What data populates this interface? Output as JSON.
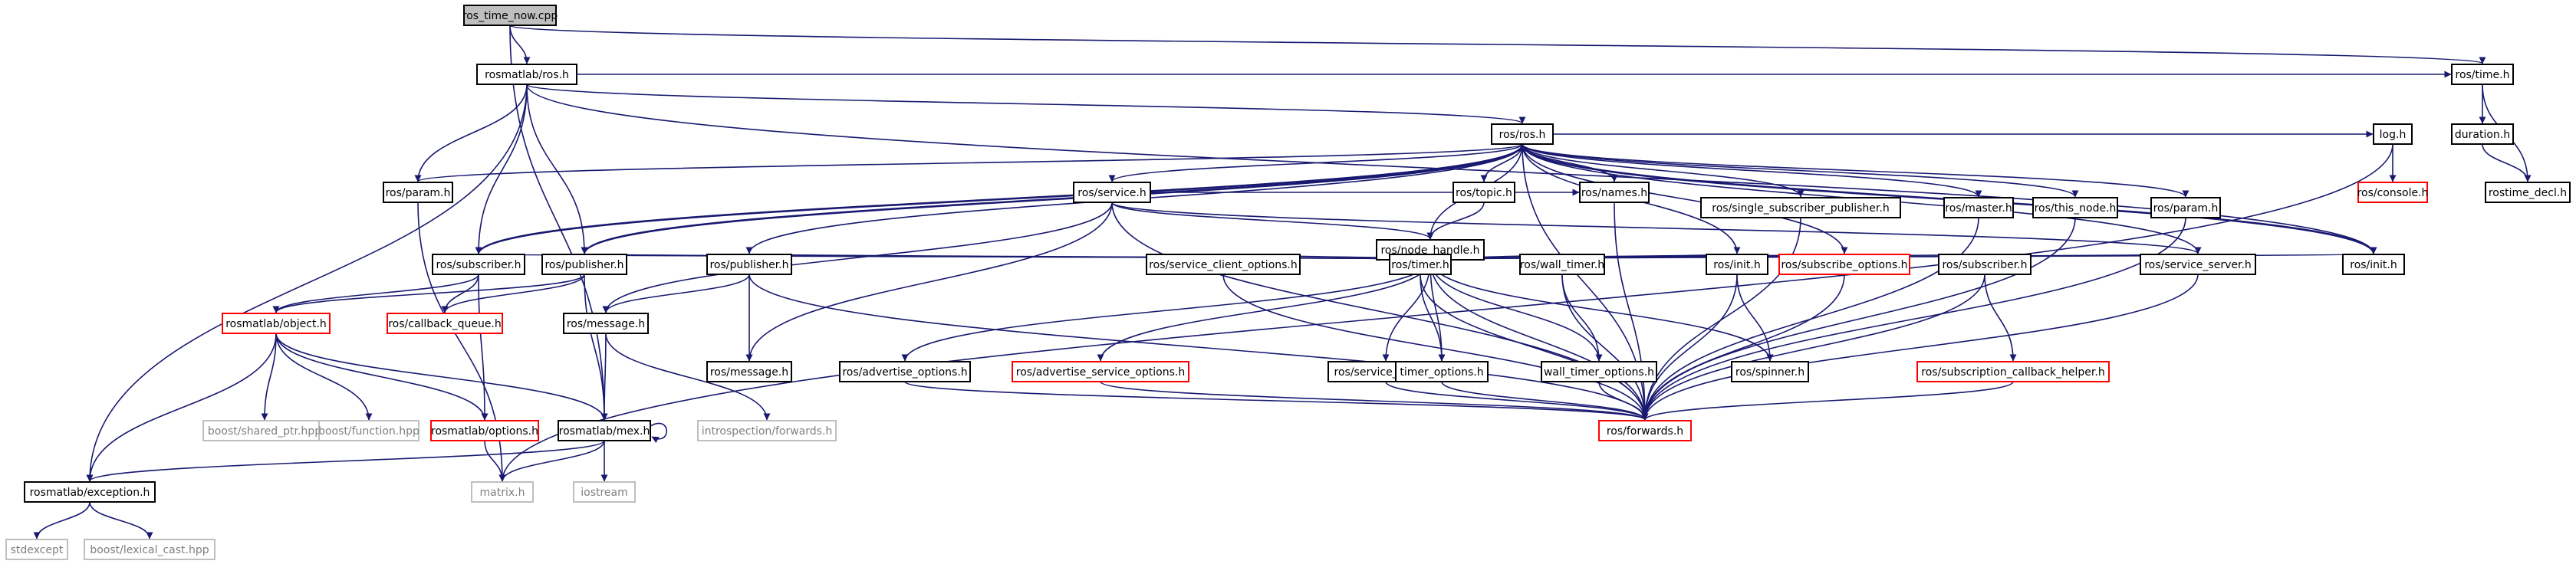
{
  "colors": {
    "edge": "#191970",
    "border_normal": "#000000",
    "border_truncated": "#ff0000",
    "border_external": "#bfbfbf",
    "fill_root": "#bfbfbf",
    "fill_default": "#ffffff",
    "text_external": "#7f7f7f",
    "text_default": "#000000"
  },
  "nodes": [
    {
      "id": "ros_time_now",
      "label": "ros_time_now.cpp",
      "kind": "root"
    },
    {
      "id": "rosmatlab_ros",
      "label": "rosmatlab/ros.h",
      "kind": "normal"
    },
    {
      "id": "ros_time",
      "label": "ros/time.h",
      "kind": "normal"
    },
    {
      "id": "ros_ros",
      "label": "ros/ros.h",
      "kind": "normal"
    },
    {
      "id": "log",
      "label": "log.h",
      "kind": "normal"
    },
    {
      "id": "duration",
      "label": "duration.h",
      "kind": "normal"
    },
    {
      "id": "ros_console",
      "label": "ros/console.h",
      "kind": "truncated"
    },
    {
      "id": "rostime_decl",
      "label": "rostime_decl.h",
      "kind": "normal"
    },
    {
      "id": "ros_param_a",
      "label": "ros/param.h",
      "kind": "normal"
    },
    {
      "id": "ros_service",
      "label": "ros/service.h",
      "kind": "normal"
    },
    {
      "id": "ros_topic",
      "label": "ros/topic.h",
      "kind": "normal"
    },
    {
      "id": "ros_names",
      "label": "ros/names.h",
      "kind": "normal"
    },
    {
      "id": "ros_single_sub_pub",
      "label": "ros/single_subscriber_publisher.h",
      "kind": "normal"
    },
    {
      "id": "ros_master",
      "label": "ros/master.h",
      "kind": "normal"
    },
    {
      "id": "ros_this_node",
      "label": "ros/this_node.h",
      "kind": "normal"
    },
    {
      "id": "ros_param_b",
      "label": "ros/param.h",
      "kind": "normal"
    },
    {
      "id": "ros_node_handle",
      "label": "ros/node_handle.h",
      "kind": "normal"
    },
    {
      "id": "ros_subscriber_a",
      "label": "ros/subscriber.h",
      "kind": "normal"
    },
    {
      "id": "ros_publisher_a",
      "label": "ros/publisher.h",
      "kind": "normal"
    },
    {
      "id": "ros_publisher_b",
      "label": "ros/publisher.h",
      "kind": "normal"
    },
    {
      "id": "ros_service_client_options",
      "label": "ros/service_client_options.h",
      "kind": "normal"
    },
    {
      "id": "ros_timer",
      "label": "ros/timer.h",
      "kind": "normal"
    },
    {
      "id": "ros_wall_timer",
      "label": "ros/wall_timer.h",
      "kind": "normal"
    },
    {
      "id": "ros_init_a",
      "label": "ros/init.h",
      "kind": "normal"
    },
    {
      "id": "ros_subscribe_options",
      "label": "ros/subscribe_options.h",
      "kind": "truncated"
    },
    {
      "id": "ros_subscriber_b",
      "label": "ros/subscriber.h",
      "kind": "normal"
    },
    {
      "id": "ros_service_server",
      "label": "ros/service_server.h",
      "kind": "normal"
    },
    {
      "id": "ros_init_b",
      "label": "ros/init.h",
      "kind": "normal"
    },
    {
      "id": "rosmatlab_object",
      "label": "rosmatlab/object.h",
      "kind": "truncated"
    },
    {
      "id": "ros_callback_queue",
      "label": "ros/callback_queue.h",
      "kind": "truncated"
    },
    {
      "id": "ros_message_a",
      "label": "ros/message.h",
      "kind": "normal"
    },
    {
      "id": "ros_message_b",
      "label": "ros/message.h",
      "kind": "normal"
    },
    {
      "id": "ros_advertise_options",
      "label": "ros/advertise_options.h",
      "kind": "normal"
    },
    {
      "id": "ros_advertise_service_options",
      "label": "ros/advertise_service_options.h",
      "kind": "truncated"
    },
    {
      "id": "ros_service_client",
      "label": "ros/service_client.h",
      "kind": "normal"
    },
    {
      "id": "timer_options",
      "label": "timer_options.h",
      "kind": "normal"
    },
    {
      "id": "wall_timer_options",
      "label": "wall_timer_options.h",
      "kind": "normal"
    },
    {
      "id": "ros_spinner",
      "label": "ros/spinner.h",
      "kind": "normal"
    },
    {
      "id": "ros_subscription_callback_helper",
      "label": "ros/subscription_callback_helper.h",
      "kind": "truncated"
    },
    {
      "id": "boost_shared_ptr",
      "label": "boost/shared_ptr.hpp",
      "kind": "external"
    },
    {
      "id": "boost_function",
      "label": "boost/function.hpp",
      "kind": "external"
    },
    {
      "id": "rosmatlab_options",
      "label": "rosmatlab/options.h",
      "kind": "truncated"
    },
    {
      "id": "rosmatlab_mex",
      "label": "rosmatlab/mex.h",
      "kind": "normal"
    },
    {
      "id": "introspection_forwards",
      "label": "introspection/forwards.h",
      "kind": "external"
    },
    {
      "id": "ros_forwards",
      "label": "ros/forwards.h",
      "kind": "truncated"
    },
    {
      "id": "rosmatlab_exception",
      "label": "rosmatlab/exception.h",
      "kind": "normal"
    },
    {
      "id": "matrix",
      "label": "matrix.h",
      "kind": "external"
    },
    {
      "id": "iostream",
      "label": "iostream",
      "kind": "external"
    },
    {
      "id": "stdexcept",
      "label": "stdexcept",
      "kind": "external"
    },
    {
      "id": "boost_lexical_cast",
      "label": "boost/lexical_cast.hpp",
      "kind": "external"
    }
  ],
  "edges": [
    [
      "ros_time_now",
      "rosmatlab_ros"
    ],
    [
      "ros_time_now",
      "ros_time"
    ],
    [
      "ros_time_now",
      "rosmatlab_mex"
    ],
    [
      "rosmatlab_ros",
      "ros_ros"
    ],
    [
      "rosmatlab_ros",
      "ros_time"
    ],
    [
      "rosmatlab_ros",
      "ros_param_a"
    ],
    [
      "rosmatlab_ros",
      "ros_subscriber_a"
    ],
    [
      "rosmatlab_ros",
      "ros_publisher_a"
    ],
    [
      "rosmatlab_ros",
      "rosmatlab_exception"
    ],
    [
      "rosmatlab_ros",
      "ros_init_b"
    ],
    [
      "ros_time",
      "duration"
    ],
    [
      "ros_time",
      "rostime_decl"
    ],
    [
      "duration",
      "rostime_decl"
    ],
    [
      "log",
      "ros_console"
    ],
    [
      "log",
      "matrix"
    ],
    [
      "ros_ros",
      "log"
    ],
    [
      "ros_ros",
      "ros_param_a"
    ],
    [
      "ros_ros",
      "ros_service"
    ],
    [
      "ros_ros",
      "ros_topic"
    ],
    [
      "ros_ros",
      "ros_names"
    ],
    [
      "ros_ros",
      "ros_single_sub_pub"
    ],
    [
      "ros_ros",
      "ros_master"
    ],
    [
      "ros_ros",
      "ros_this_node"
    ],
    [
      "ros_ros",
      "ros_param_b"
    ],
    [
      "ros_ros",
      "ros_node_handle"
    ],
    [
      "ros_ros",
      "ros_subscriber_a"
    ],
    [
      "ros_ros",
      "ros_publisher_a"
    ],
    [
      "ros_ros",
      "ros_publisher_b"
    ],
    [
      "ros_ros",
      "ros_init_a"
    ],
    [
      "ros_ros",
      "ros_init_b"
    ],
    [
      "ros_ros",
      "ros_service_server"
    ],
    [
      "ros_ros",
      "ros_forwards"
    ],
    [
      "ros_ros",
      "ros_subscribe_options"
    ],
    [
      "ros_param_a",
      "matrix"
    ],
    [
      "ros_service",
      "ros_node_handle"
    ],
    [
      "ros_service",
      "ros_names"
    ],
    [
      "ros_service",
      "ros_message_a"
    ],
    [
      "ros_service",
      "ros_message_b"
    ],
    [
      "ros_service",
      "ros_forwards"
    ],
    [
      "ros_service",
      "ros_service_server"
    ],
    [
      "ros_topic",
      "ros_node_handle"
    ],
    [
      "ros_names",
      "ros_forwards"
    ],
    [
      "ros_single_sub_pub",
      "ros_forwards"
    ],
    [
      "ros_master",
      "ros_forwards"
    ],
    [
      "ros_this_node",
      "ros_forwards"
    ],
    [
      "ros_param_b",
      "ros_forwards"
    ],
    [
      "ros_init_b",
      "ros_ros"
    ],
    [
      "ros_subscriber_a",
      "ros_ros"
    ],
    [
      "ros_publisher_a",
      "ros_ros"
    ],
    [
      "ros_node_handle",
      "ros_subscriber_a"
    ],
    [
      "ros_node_handle",
      "ros_publisher_a"
    ],
    [
      "ros_node_handle",
      "ros_publisher_b"
    ],
    [
      "ros_node_handle",
      "ros_service_client_options"
    ],
    [
      "ros_node_handle",
      "ros_timer"
    ],
    [
      "ros_node_handle",
      "ros_wall_timer"
    ],
    [
      "ros_node_handle",
      "ros_init_a"
    ],
    [
      "ros_node_handle",
      "ros_subscribe_options"
    ],
    [
      "ros_node_handle",
      "ros_subscriber_b"
    ],
    [
      "ros_node_handle",
      "ros_service_server"
    ],
    [
      "ros_node_handle",
      "ros_init_b"
    ],
    [
      "ros_node_handle",
      "ros_advertise_options"
    ],
    [
      "ros_node_handle",
      "ros_advertise_service_options"
    ],
    [
      "ros_node_handle",
      "ros_service_client"
    ],
    [
      "ros_node_handle",
      "timer_options"
    ],
    [
      "ros_node_handle",
      "wall_timer_options"
    ],
    [
      "ros_node_handle",
      "ros_spinner"
    ],
    [
      "ros_node_handle",
      "ros_forwards"
    ],
    [
      "ros_subscriber_a",
      "rosmatlab_object"
    ],
    [
      "ros_subscriber_a",
      "ros_callback_queue"
    ],
    [
      "ros_subscriber_a",
      "rosmatlab_options"
    ],
    [
      "ros_publisher_a",
      "rosmatlab_object"
    ],
    [
      "ros_publisher_a",
      "ros_callback_queue"
    ],
    [
      "ros_publisher_a",
      "rosmatlab_mex"
    ],
    [
      "ros_publisher_b",
      "ros_message_a"
    ],
    [
      "ros_publisher_b",
      "ros_message_b"
    ],
    [
      "ros_publisher_b",
      "ros_forwards"
    ],
    [
      "ros_service_client_options",
      "ros_forwards"
    ],
    [
      "ros_timer",
      "timer_options"
    ],
    [
      "ros_timer",
      "ros_forwards"
    ],
    [
      "ros_wall_timer",
      "wall_timer_options"
    ],
    [
      "ros_wall_timer",
      "ros_forwards"
    ],
    [
      "ros_init_a",
      "ros_spinner"
    ],
    [
      "ros_init_a",
      "ros_forwards"
    ],
    [
      "ros_subscribe_options",
      "ros_forwards"
    ],
    [
      "ros_subscriber_b",
      "ros_subscription_callback_helper"
    ],
    [
      "ros_subscriber_b",
      "ros_forwards"
    ],
    [
      "ros_service_server",
      "ros_forwards"
    ],
    [
      "rosmatlab_object",
      "boost_shared_ptr"
    ],
    [
      "rosmatlab_object",
      "boost_function"
    ],
    [
      "rosmatlab_object",
      "rosmatlab_options"
    ],
    [
      "rosmatlab_object",
      "rosmatlab_mex"
    ],
    [
      "rosmatlab_object",
      "rosmatlab_exception"
    ],
    [
      "ros_message_a",
      "rosmatlab_mex"
    ],
    [
      "ros_message_a",
      "introspection_forwards"
    ],
    [
      "ros_advertise_options",
      "ros_forwards"
    ],
    [
      "ros_advertise_service_options",
      "ros_forwards"
    ],
    [
      "ros_service_client",
      "ros_forwards"
    ],
    [
      "timer_options",
      "ros_forwards"
    ],
    [
      "wall_timer_options",
      "ros_forwards"
    ],
    [
      "ros_subscription_callback_helper",
      "ros_forwards"
    ],
    [
      "rosmatlab_options",
      "matrix"
    ],
    [
      "rosmatlab_mex",
      "rosmatlab_mex"
    ],
    [
      "rosmatlab_mex",
      "matrix"
    ],
    [
      "rosmatlab_mex",
      "iostream"
    ],
    [
      "rosmatlab_mex",
      "rosmatlab_exception"
    ],
    [
      "rosmatlab_exception",
      "stdexcept"
    ],
    [
      "rosmatlab_exception",
      "boost_lexical_cast"
    ]
  ]
}
